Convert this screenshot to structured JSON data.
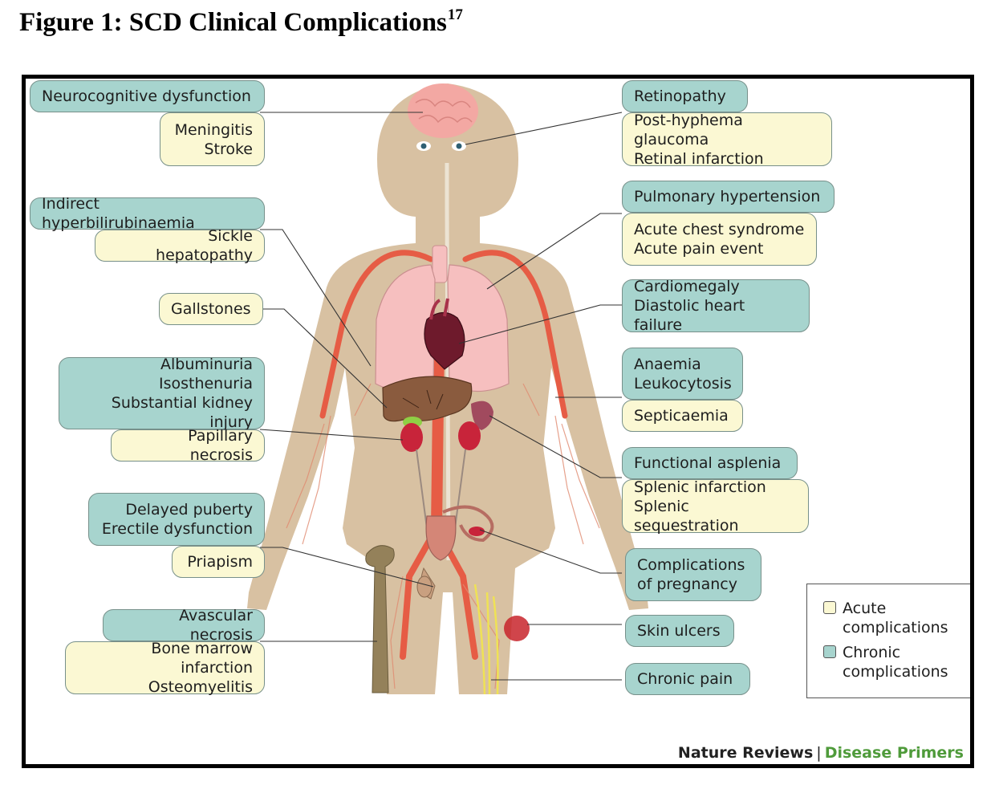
{
  "title": {
    "text": "Figure 1: SCD Clinical Complications",
    "ref": "17"
  },
  "boxes_left": [
    {
      "text": "Neurocognitive dysfunction",
      "kind": "chronic"
    },
    {
      "text": "Meningitis\nStroke",
      "kind": "acute"
    },
    {
      "text": "Indirect hyperbilirubinaemia",
      "kind": "chronic"
    },
    {
      "text": "Sickle hepatopathy",
      "kind": "acute"
    },
    {
      "text": "Gallstones",
      "kind": "acute"
    },
    {
      "text": "Albuminuria\nIsosthenuria\nSubstantial kidney injury",
      "kind": "chronic"
    },
    {
      "text": "Papillary necrosis",
      "kind": "acute"
    },
    {
      "text": "Delayed puberty\nErectile dysfunction",
      "kind": "chronic"
    },
    {
      "text": "Priapism",
      "kind": "acute"
    },
    {
      "text": "Avascular necrosis",
      "kind": "chronic"
    },
    {
      "text": "Bone marrow infarction\nOsteomyelitis",
      "kind": "acute"
    }
  ],
  "boxes_right": [
    {
      "text": "Retinopathy",
      "kind": "chronic"
    },
    {
      "text": "Post-hyphema glaucoma\nRetinal infarction",
      "kind": "acute"
    },
    {
      "text": "Pulmonary hypertension",
      "kind": "chronic"
    },
    {
      "text": "Acute chest syndrome\nAcute pain event",
      "kind": "acute"
    },
    {
      "text": "Cardiomegaly\nDiastolic heart failure",
      "kind": "chronic"
    },
    {
      "text": "Anaemia\nLeukocytosis",
      "kind": "chronic"
    },
    {
      "text": "Septicaemia",
      "kind": "acute"
    },
    {
      "text": "Functional asplenia",
      "kind": "chronic"
    },
    {
      "text": "Splenic infarction\nSplenic sequestration",
      "kind": "acute"
    },
    {
      "text": "Complications\nof pregnancy",
      "kind": "chronic"
    },
    {
      "text": "Skin ulcers",
      "kind": "chronic"
    },
    {
      "text": "Chronic pain",
      "kind": "chronic"
    }
  ],
  "legend": {
    "acute": "Acute\ncomplications",
    "chronic": "Chronic\ncomplications"
  },
  "colors": {
    "acute": "#fbf8d3",
    "chronic": "#a7d4ce",
    "body": "#d8c1a2",
    "artery": "#e65c45",
    "organ": "#f6bfbf",
    "credit_green": "#4f9b3b"
  },
  "credit": {
    "brand": "Nature Reviews",
    "separator": "|",
    "series": "Disease Primers"
  }
}
